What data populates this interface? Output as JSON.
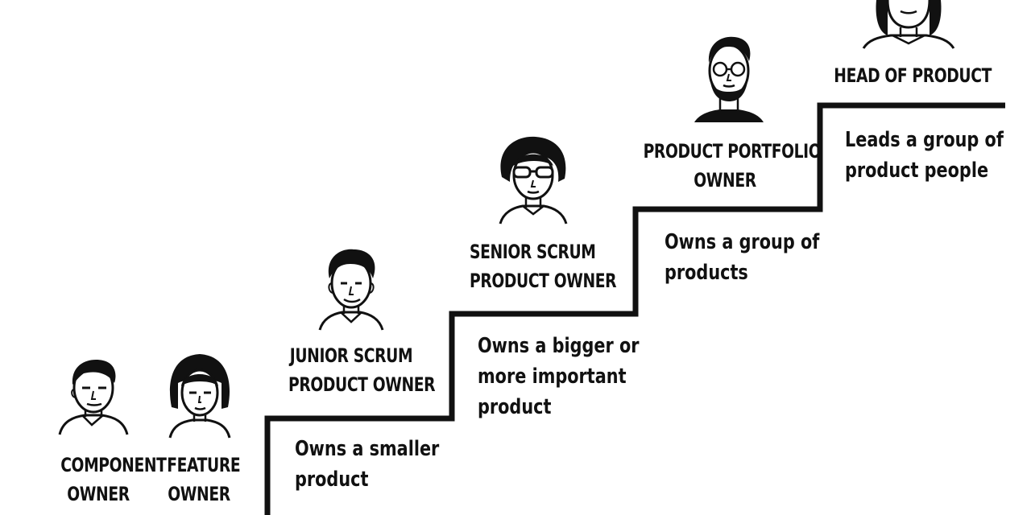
{
  "roles": [
    {
      "title_lines": [
        "COMPONENT",
        "OWNER"
      ],
      "description_lines": []
    },
    {
      "title_lines": [
        "FEATURE",
        "OWNER"
      ],
      "description_lines": []
    },
    {
      "title_lines": [
        "JUNIOR SCRUM",
        "PRODUCT OWNER"
      ],
      "description_lines": [
        "Owns a smaller",
        "product"
      ]
    },
    {
      "title_lines": [
        "SENIOR SCRUM",
        "PRODUCT OWNER"
      ],
      "description_lines": [
        "Owns a bigger or",
        "more important",
        "product"
      ]
    },
    {
      "title_lines": [
        "PRODUCT PORTFOLIO",
        "OWNER"
      ],
      "description_lines": [
        "Owns a group of",
        "products"
      ]
    },
    {
      "title_lines": [
        "HEAD OF PRODUCT"
      ],
      "description_lines": [
        "Leads a group of",
        "product people"
      ]
    }
  ],
  "colors": {
    "ink": "#111111",
    "background": "#ffffff"
  },
  "icons": [
    "component-owner-portrait-icon",
    "feature-owner-portrait-icon",
    "junior-po-portrait-icon",
    "senior-po-portrait-icon",
    "portfolio-owner-portrait-icon",
    "head-of-product-portrait-icon"
  ]
}
